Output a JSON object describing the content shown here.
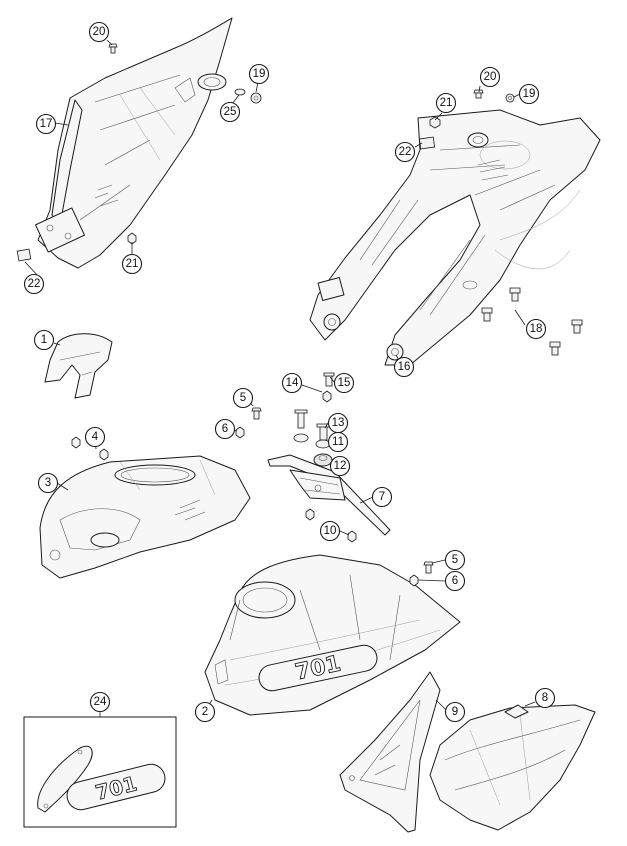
{
  "diagram": {
    "callouts": [
      {
        "id": "c20a",
        "label": "20"
      },
      {
        "id": "c19a",
        "label": "19"
      },
      {
        "id": "c25",
        "label": "25"
      },
      {
        "id": "c17",
        "label": "17"
      },
      {
        "id": "c21a",
        "label": "21"
      },
      {
        "id": "c22a",
        "label": "22"
      },
      {
        "id": "c20b",
        "label": "20"
      },
      {
        "id": "c19b",
        "label": "19"
      },
      {
        "id": "c21b",
        "label": "21"
      },
      {
        "id": "c22b",
        "label": "22"
      },
      {
        "id": "c18",
        "label": "18"
      },
      {
        "id": "c16",
        "label": "16"
      },
      {
        "id": "c1",
        "label": "1"
      },
      {
        "id": "c14",
        "label": "14"
      },
      {
        "id": "c15",
        "label": "15"
      },
      {
        "id": "c5a",
        "label": "5"
      },
      {
        "id": "c6a",
        "label": "6"
      },
      {
        "id": "c13",
        "label": "13"
      },
      {
        "id": "c11",
        "label": "11"
      },
      {
        "id": "c12",
        "label": "12"
      },
      {
        "id": "c4",
        "label": "4"
      },
      {
        "id": "c3",
        "label": "3"
      },
      {
        "id": "c7",
        "label": "7"
      },
      {
        "id": "c10",
        "label": "10"
      },
      {
        "id": "c5b",
        "label": "5"
      },
      {
        "id": "c6b",
        "label": "6"
      },
      {
        "id": "c2",
        "label": "2"
      },
      {
        "id": "c24",
        "label": "24"
      },
      {
        "id": "c9",
        "label": "9"
      },
      {
        "id": "c8",
        "label": "8"
      }
    ],
    "logo_text": "701"
  }
}
